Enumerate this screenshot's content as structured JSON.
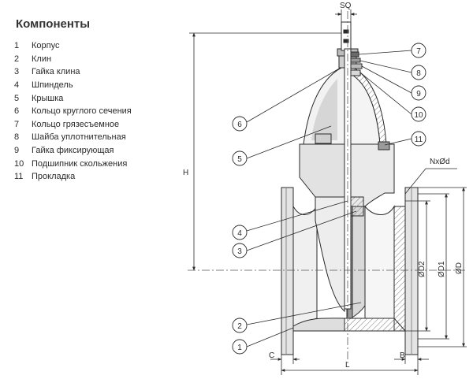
{
  "title": "Компоненты",
  "components": [
    {
      "num": "1",
      "label": "Корпус"
    },
    {
      "num": "2",
      "label": "Клин"
    },
    {
      "num": "3",
      "label": "Гайка клина"
    },
    {
      "num": "4",
      "label": "Шпиндель"
    },
    {
      "num": "5",
      "label": "Крышка"
    },
    {
      "num": "6",
      "label": "Кольцо круглого сечения"
    },
    {
      "num": "7",
      "label": "Кольцо грязесъемное"
    },
    {
      "num": "8",
      "label": "Шайба уплотнительная"
    },
    {
      "num": "9",
      "label": "Гайка фиксирующая"
    },
    {
      "num": "10",
      "label": "Подшипник скольжения"
    },
    {
      "num": "11",
      "label": "Прокладка"
    }
  ],
  "dimensions": {
    "sq": "SQ",
    "h": "H",
    "bolts": "NxØd",
    "d2": "ØD2",
    "d1": "ØD1",
    "d": "ØD",
    "c": "C",
    "l": "L",
    "b": "B"
  },
  "callouts": {
    "c1": "1",
    "c2": "2",
    "c3": "3",
    "c4": "4",
    "c5": "5",
    "c6": "6",
    "c7": "7",
    "c8": "8",
    "c9": "9",
    "c10": "10",
    "c11": "11"
  },
  "colors": {
    "line": "#2a2a2a",
    "fill_light": "#ececec",
    "fill_mid": "#d2d2d2",
    "fill_dark": "#9a9a9a"
  }
}
